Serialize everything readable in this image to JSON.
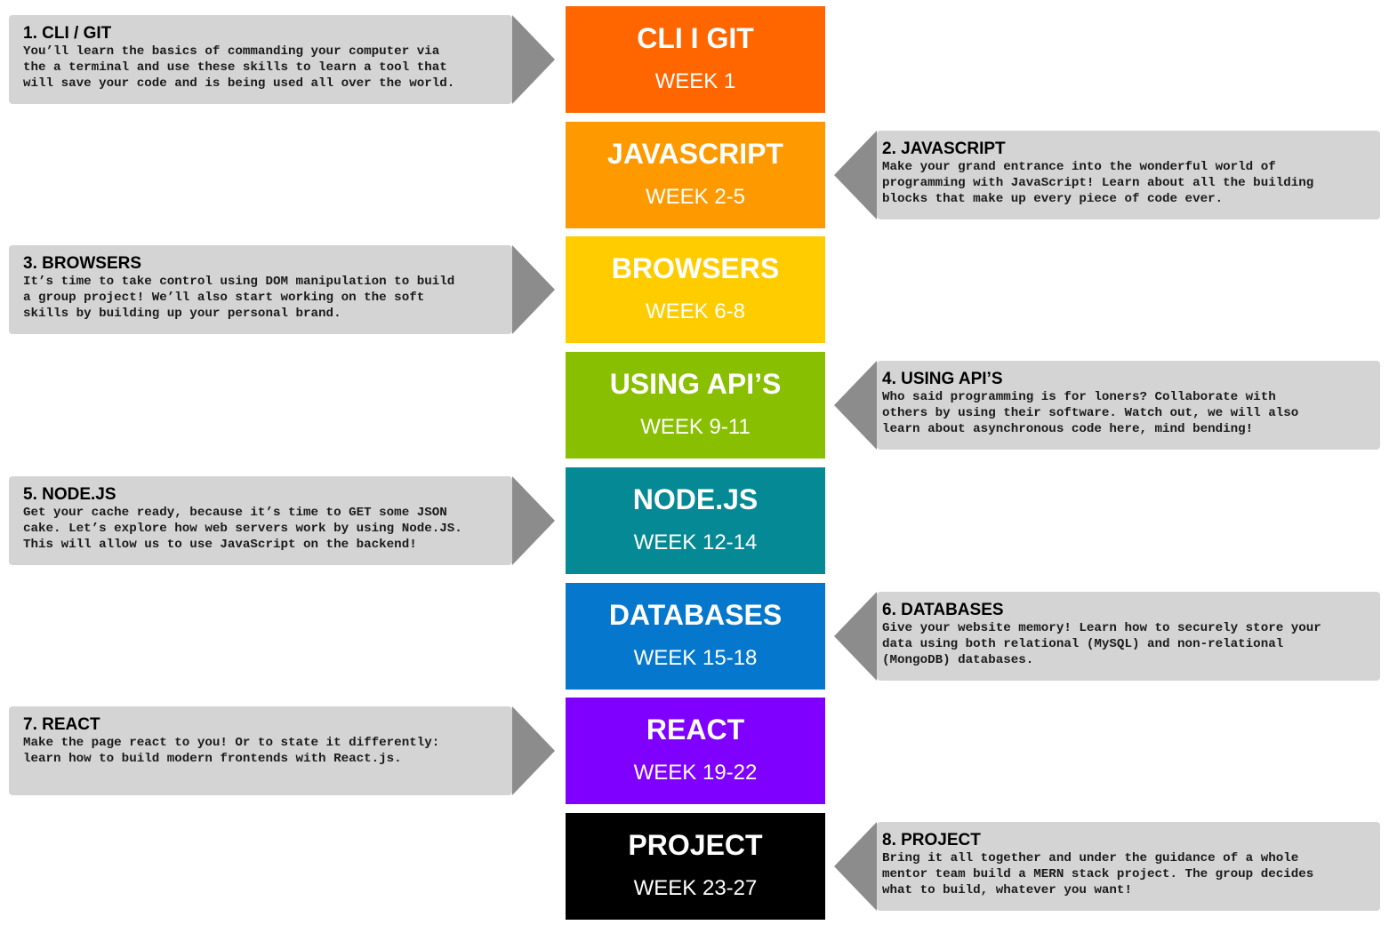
{
  "colors": {
    "callout_bg": "#d4d4d4",
    "callout_arrow": "#8c8c8c",
    "stage_text": "#ffffff"
  },
  "stages": [
    {
      "title": "CLI I GIT",
      "week": "WEEK 1",
      "color": "#ff6600"
    },
    {
      "title": "JAVASCRIPT",
      "week": "WEEK 2-5",
      "color": "#ff9900"
    },
    {
      "title": "BROWSERS",
      "week": "WEEK 6-8",
      "color": "#ffcc00"
    },
    {
      "title": "USING API’S",
      "week": "WEEK 9-11",
      "color": "#88bf00"
    },
    {
      "title": "NODE.JS",
      "week": "WEEK 12-14",
      "color": "#058994"
    },
    {
      "title": "DATABASES",
      "week": "WEEK 15-18",
      "color": "#0577cc"
    },
    {
      "title": "REACT",
      "week": "WEEK 19-22",
      "color": "#8000ff"
    },
    {
      "title": "PROJECT",
      "week": "WEEK 23-27",
      "color": "#000000"
    }
  ],
  "callouts": [
    {
      "heading": "1. CLI / GIT",
      "side": "left",
      "body": "You’ll learn the basics of commanding your computer via\nthe a terminal and use these skills to learn a tool that\nwill save your code and is being used all over the world."
    },
    {
      "heading": "2. JAVASCRIPT",
      "side": "right",
      "body": "Make your grand entrance into the wonderful world of\nprogramming with JavaScript! Learn about all the building\nblocks that make up every piece of code ever."
    },
    {
      "heading": "3. BROWSERS",
      "side": "left",
      "body": "It’s time to take control using DOM manipulation to build\na group project! We’ll also start working on the soft\nskills by building up your personal brand."
    },
    {
      "heading": "4. USING API’S",
      "side": "right",
      "body": "Who said programming is for loners? Collaborate with\nothers by using their software. Watch out, we will also\nlearn about asynchronous code here, mind bending!"
    },
    {
      "heading": "5. NODE.JS",
      "side": "left",
      "body": "Get your cache ready, because it’s time to GET some JSON\ncake. Let’s explore how web servers work by using Node.JS.\nThis will allow us to use JavaScript on the backend!"
    },
    {
      "heading": "6. DATABASES",
      "side": "right",
      "body": "Give your website memory! Learn how to securely store your\ndata using both relational (MySQL) and non-relational\n(MongoDB) databases."
    },
    {
      "heading": "7. REACT",
      "side": "left",
      "body": "Make the page react to you! Or to state it differently:\nlearn how to build modern frontends with React.js."
    },
    {
      "heading": "8. PROJECT",
      "side": "right",
      "body": "Bring it all together and under the guidance of a whole\nmentor team build a MERN stack project. The group decides\nwhat to build, whatever you want!"
    }
  ]
}
